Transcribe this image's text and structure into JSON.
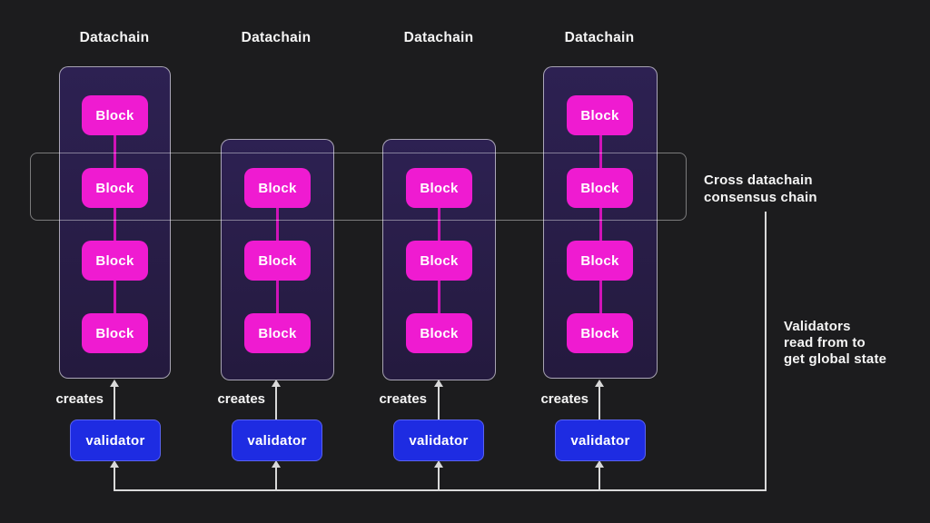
{
  "page": {
    "background": "#1c1c1e",
    "accent_magenta": "#ef1bd1",
    "accent_blue": "#1e2ce2",
    "line_color": "#d9d9d9"
  },
  "datachains": [
    {
      "label": "Datachain",
      "creates": "creates",
      "validator": "validator",
      "blocks": [
        "Block",
        "Block",
        "Block",
        "Block"
      ]
    },
    {
      "label": "Datachain",
      "creates": "creates",
      "validator": "validator",
      "blocks": [
        "Block",
        "Block",
        "Block"
      ]
    },
    {
      "label": "Datachain",
      "creates": "creates",
      "validator": "validator",
      "blocks": [
        "Block",
        "Block",
        "Block"
      ]
    },
    {
      "label": "Datachain",
      "creates": "creates",
      "validator": "validator",
      "blocks": [
        "Block",
        "Block",
        "Block",
        "Block"
      ]
    }
  ],
  "annotations": {
    "consensus_line1": "Cross datachain",
    "consensus_line2": "consensus chain",
    "note_line1": "Validators",
    "note_line2": "read from to",
    "note_line3": "get global state"
  }
}
